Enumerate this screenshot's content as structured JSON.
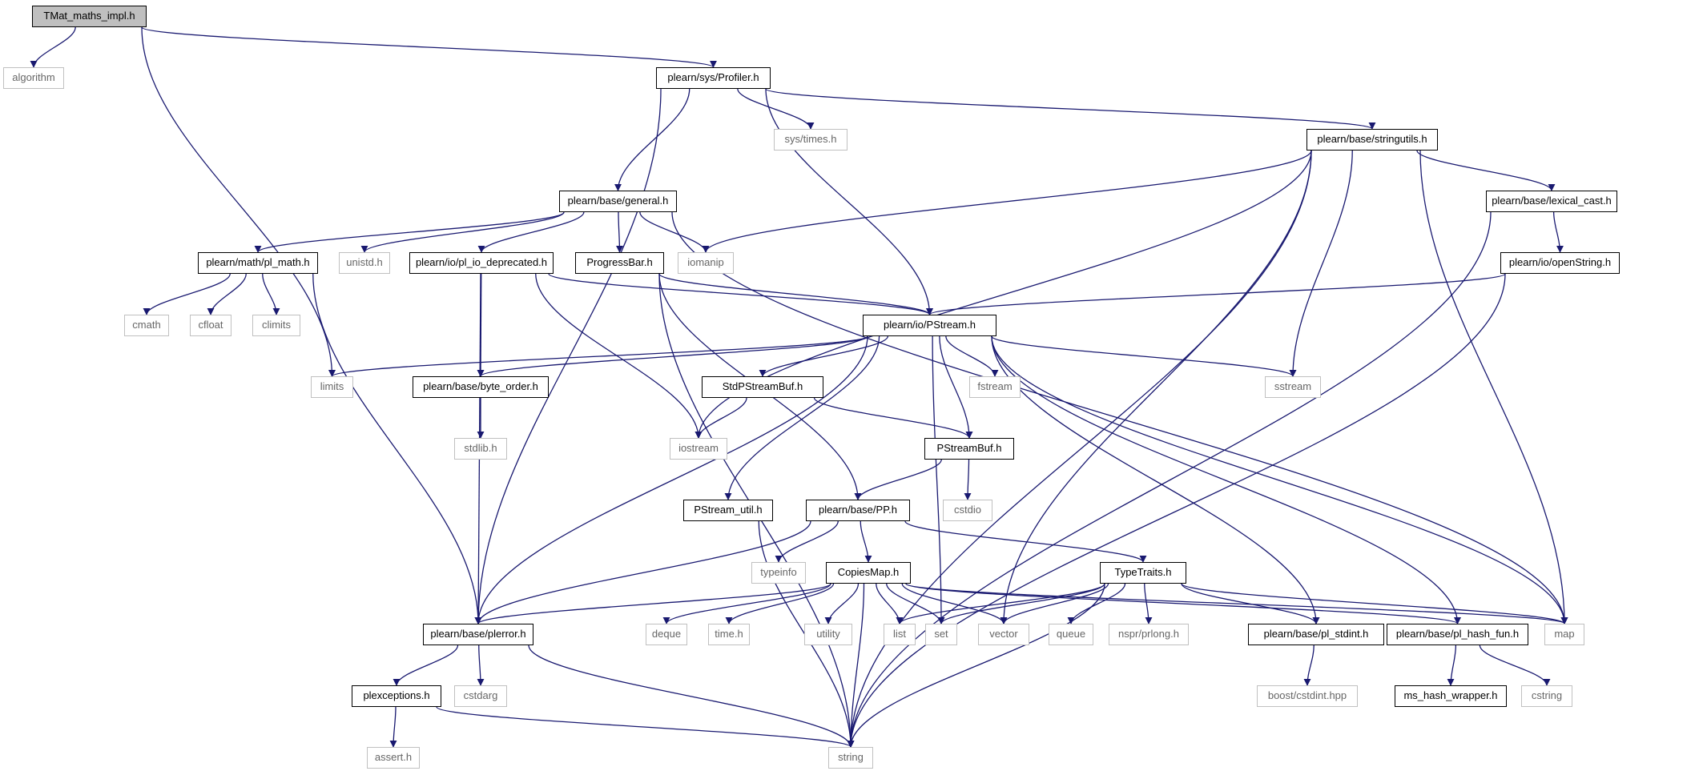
{
  "colors": {
    "edge": "#191970",
    "internal_border": "#000000",
    "external_border": "#c0c0c0",
    "root_fill": "#bfbfbf"
  },
  "nodes": [
    {
      "id": "tmat",
      "label": "TMat_maths_impl.h",
      "kind": "root"
    },
    {
      "id": "algorithm",
      "label": "algorithm",
      "kind": "external"
    },
    {
      "id": "profiler",
      "label": "plearn/sys/Profiler.h",
      "kind": "internal"
    },
    {
      "id": "systimes",
      "label": "sys/times.h",
      "kind": "external"
    },
    {
      "id": "stringutils",
      "label": "plearn/base/stringutils.h",
      "kind": "internal"
    },
    {
      "id": "general",
      "label": "plearn/base/general.h",
      "kind": "internal"
    },
    {
      "id": "lexical",
      "label": "plearn/base/lexical_cast.h",
      "kind": "internal"
    },
    {
      "id": "plmath",
      "label": "plearn/math/pl_math.h",
      "kind": "internal"
    },
    {
      "id": "unistd",
      "label": "unistd.h",
      "kind": "external"
    },
    {
      "id": "pliodep",
      "label": "plearn/io/pl_io_deprecated.h",
      "kind": "internal"
    },
    {
      "id": "progressbar",
      "label": "ProgressBar.h",
      "kind": "internal"
    },
    {
      "id": "iomanip",
      "label": "iomanip",
      "kind": "external"
    },
    {
      "id": "openstring",
      "label": "plearn/io/openString.h",
      "kind": "internal"
    },
    {
      "id": "cmath",
      "label": "cmath",
      "kind": "external"
    },
    {
      "id": "cfloat",
      "label": "cfloat",
      "kind": "external"
    },
    {
      "id": "climits",
      "label": "climits",
      "kind": "external"
    },
    {
      "id": "pstream",
      "label": "plearn/io/PStream.h",
      "kind": "internal"
    },
    {
      "id": "limits",
      "label": "limits",
      "kind": "external"
    },
    {
      "id": "byteorder",
      "label": "plearn/base/byte_order.h",
      "kind": "internal"
    },
    {
      "id": "stdpsb",
      "label": "StdPStreamBuf.h",
      "kind": "internal"
    },
    {
      "id": "fstream",
      "label": "fstream",
      "kind": "external"
    },
    {
      "id": "sstream",
      "label": "sstream",
      "kind": "external"
    },
    {
      "id": "stdlib",
      "label": "stdlib.h",
      "kind": "external"
    },
    {
      "id": "iostream",
      "label": "iostream",
      "kind": "external"
    },
    {
      "id": "psb",
      "label": "PStreamBuf.h",
      "kind": "internal"
    },
    {
      "id": "cstdio",
      "label": "cstdio",
      "kind": "external"
    },
    {
      "id": "psutil",
      "label": "PStream_util.h",
      "kind": "internal"
    },
    {
      "id": "pp",
      "label": "plearn/base/PP.h",
      "kind": "internal"
    },
    {
      "id": "typeinfo",
      "label": "typeinfo",
      "kind": "external"
    },
    {
      "id": "copiesmap",
      "label": "CopiesMap.h",
      "kind": "internal"
    },
    {
      "id": "typetraits",
      "label": "TypeTraits.h",
      "kind": "internal"
    },
    {
      "id": "plerror",
      "label": "plearn/base/plerror.h",
      "kind": "internal"
    },
    {
      "id": "deque",
      "label": "deque",
      "kind": "external"
    },
    {
      "id": "timeh",
      "label": "time.h",
      "kind": "external"
    },
    {
      "id": "utility",
      "label": "utility",
      "kind": "external"
    },
    {
      "id": "list",
      "label": "list",
      "kind": "external"
    },
    {
      "id": "set",
      "label": "set",
      "kind": "external"
    },
    {
      "id": "vector",
      "label": "vector",
      "kind": "external"
    },
    {
      "id": "queue",
      "label": "queue",
      "kind": "external"
    },
    {
      "id": "nspr",
      "label": "nspr/prlong.h",
      "kind": "external"
    },
    {
      "id": "plstdint",
      "label": "plearn/base/pl_stdint.h",
      "kind": "internal"
    },
    {
      "id": "plhash",
      "label": "plearn/base/pl_hash_fun.h",
      "kind": "internal"
    },
    {
      "id": "map",
      "label": "map",
      "kind": "external"
    },
    {
      "id": "plexceptions",
      "label": "plexceptions.h",
      "kind": "internal"
    },
    {
      "id": "cstdarg",
      "label": "cstdarg",
      "kind": "external"
    },
    {
      "id": "boostcstdint",
      "label": "boost/cstdint.hpp",
      "kind": "external"
    },
    {
      "id": "mshash",
      "label": "ms_hash_wrapper.h",
      "kind": "internal"
    },
    {
      "id": "cstring",
      "label": "cstring",
      "kind": "external"
    },
    {
      "id": "assert",
      "label": "assert.h",
      "kind": "external"
    },
    {
      "id": "string",
      "label": "string",
      "kind": "external"
    }
  ],
  "edges": [
    [
      "tmat",
      "algorithm"
    ],
    [
      "tmat",
      "limits"
    ],
    [
      "tmat",
      "profiler"
    ],
    [
      "profiler",
      "plerror"
    ],
    [
      "profiler",
      "general"
    ],
    [
      "profiler",
      "pstream"
    ],
    [
      "profiler",
      "systimes"
    ],
    [
      "profiler",
      "stringutils"
    ],
    [
      "stringutils",
      "iomanip"
    ],
    [
      "stringutils",
      "iostream"
    ],
    [
      "stringutils",
      "vector"
    ],
    [
      "stringutils",
      "sstream"
    ],
    [
      "stringutils",
      "map"
    ],
    [
      "stringutils",
      "lexical"
    ],
    [
      "stringutils",
      "string"
    ],
    [
      "general",
      "plmath"
    ],
    [
      "general",
      "unistd"
    ],
    [
      "general",
      "pliodep"
    ],
    [
      "general",
      "progressbar"
    ],
    [
      "general",
      "iomanip"
    ],
    [
      "general",
      "map"
    ],
    [
      "lexical",
      "openstring"
    ],
    [
      "lexical",
      "string"
    ],
    [
      "openstring",
      "pstream"
    ],
    [
      "openstring",
      "string"
    ],
    [
      "plmath",
      "cmath"
    ],
    [
      "plmath",
      "cfloat"
    ],
    [
      "plmath",
      "climits"
    ],
    [
      "plmath",
      "plerror"
    ],
    [
      "pliodep",
      "byteorder"
    ],
    [
      "pliodep",
      "iostream"
    ],
    [
      "pliodep",
      "plerror"
    ],
    [
      "pliodep",
      "pstream"
    ],
    [
      "progressbar",
      "pstream"
    ],
    [
      "progressbar",
      "pp"
    ],
    [
      "progressbar",
      "string"
    ],
    [
      "pstream",
      "limits"
    ],
    [
      "pstream",
      "byteorder"
    ],
    [
      "pstream",
      "stdpsb"
    ],
    [
      "pstream",
      "fstream"
    ],
    [
      "pstream",
      "sstream"
    ],
    [
      "pstream",
      "psb"
    ],
    [
      "pstream",
      "psutil"
    ],
    [
      "pstream",
      "plerror"
    ],
    [
      "pstream",
      "set"
    ],
    [
      "pstream",
      "plstdint"
    ],
    [
      "pstream",
      "plhash"
    ],
    [
      "pstream",
      "map"
    ],
    [
      "byteorder",
      "stdlib"
    ],
    [
      "stdpsb",
      "iostream"
    ],
    [
      "stdpsb",
      "psb"
    ],
    [
      "psb",
      "pp"
    ],
    [
      "psb",
      "cstdio"
    ],
    [
      "psutil",
      "string"
    ],
    [
      "pp",
      "typeinfo"
    ],
    [
      "pp",
      "copiesmap"
    ],
    [
      "pp",
      "typetraits"
    ],
    [
      "pp",
      "plerror"
    ],
    [
      "copiesmap",
      "plerror"
    ],
    [
      "copiesmap",
      "deque"
    ],
    [
      "copiesmap",
      "timeh"
    ],
    [
      "copiesmap",
      "utility"
    ],
    [
      "copiesmap",
      "list"
    ],
    [
      "copiesmap",
      "set"
    ],
    [
      "copiesmap",
      "vector"
    ],
    [
      "copiesmap",
      "map"
    ],
    [
      "copiesmap",
      "plhash"
    ],
    [
      "copiesmap",
      "string"
    ],
    [
      "typetraits",
      "list"
    ],
    [
      "typetraits",
      "set"
    ],
    [
      "typetraits",
      "vector"
    ],
    [
      "typetraits",
      "queue"
    ],
    [
      "typetraits",
      "nspr"
    ],
    [
      "typetraits",
      "plstdint"
    ],
    [
      "typetraits",
      "map"
    ],
    [
      "typetraits",
      "string"
    ],
    [
      "plerror",
      "plexceptions"
    ],
    [
      "plerror",
      "cstdarg"
    ],
    [
      "plerror",
      "string"
    ],
    [
      "plexceptions",
      "assert"
    ],
    [
      "plexceptions",
      "string"
    ],
    [
      "plstdint",
      "boostcstdint"
    ],
    [
      "plhash",
      "mshash"
    ],
    [
      "plhash",
      "cstring"
    ]
  ]
}
